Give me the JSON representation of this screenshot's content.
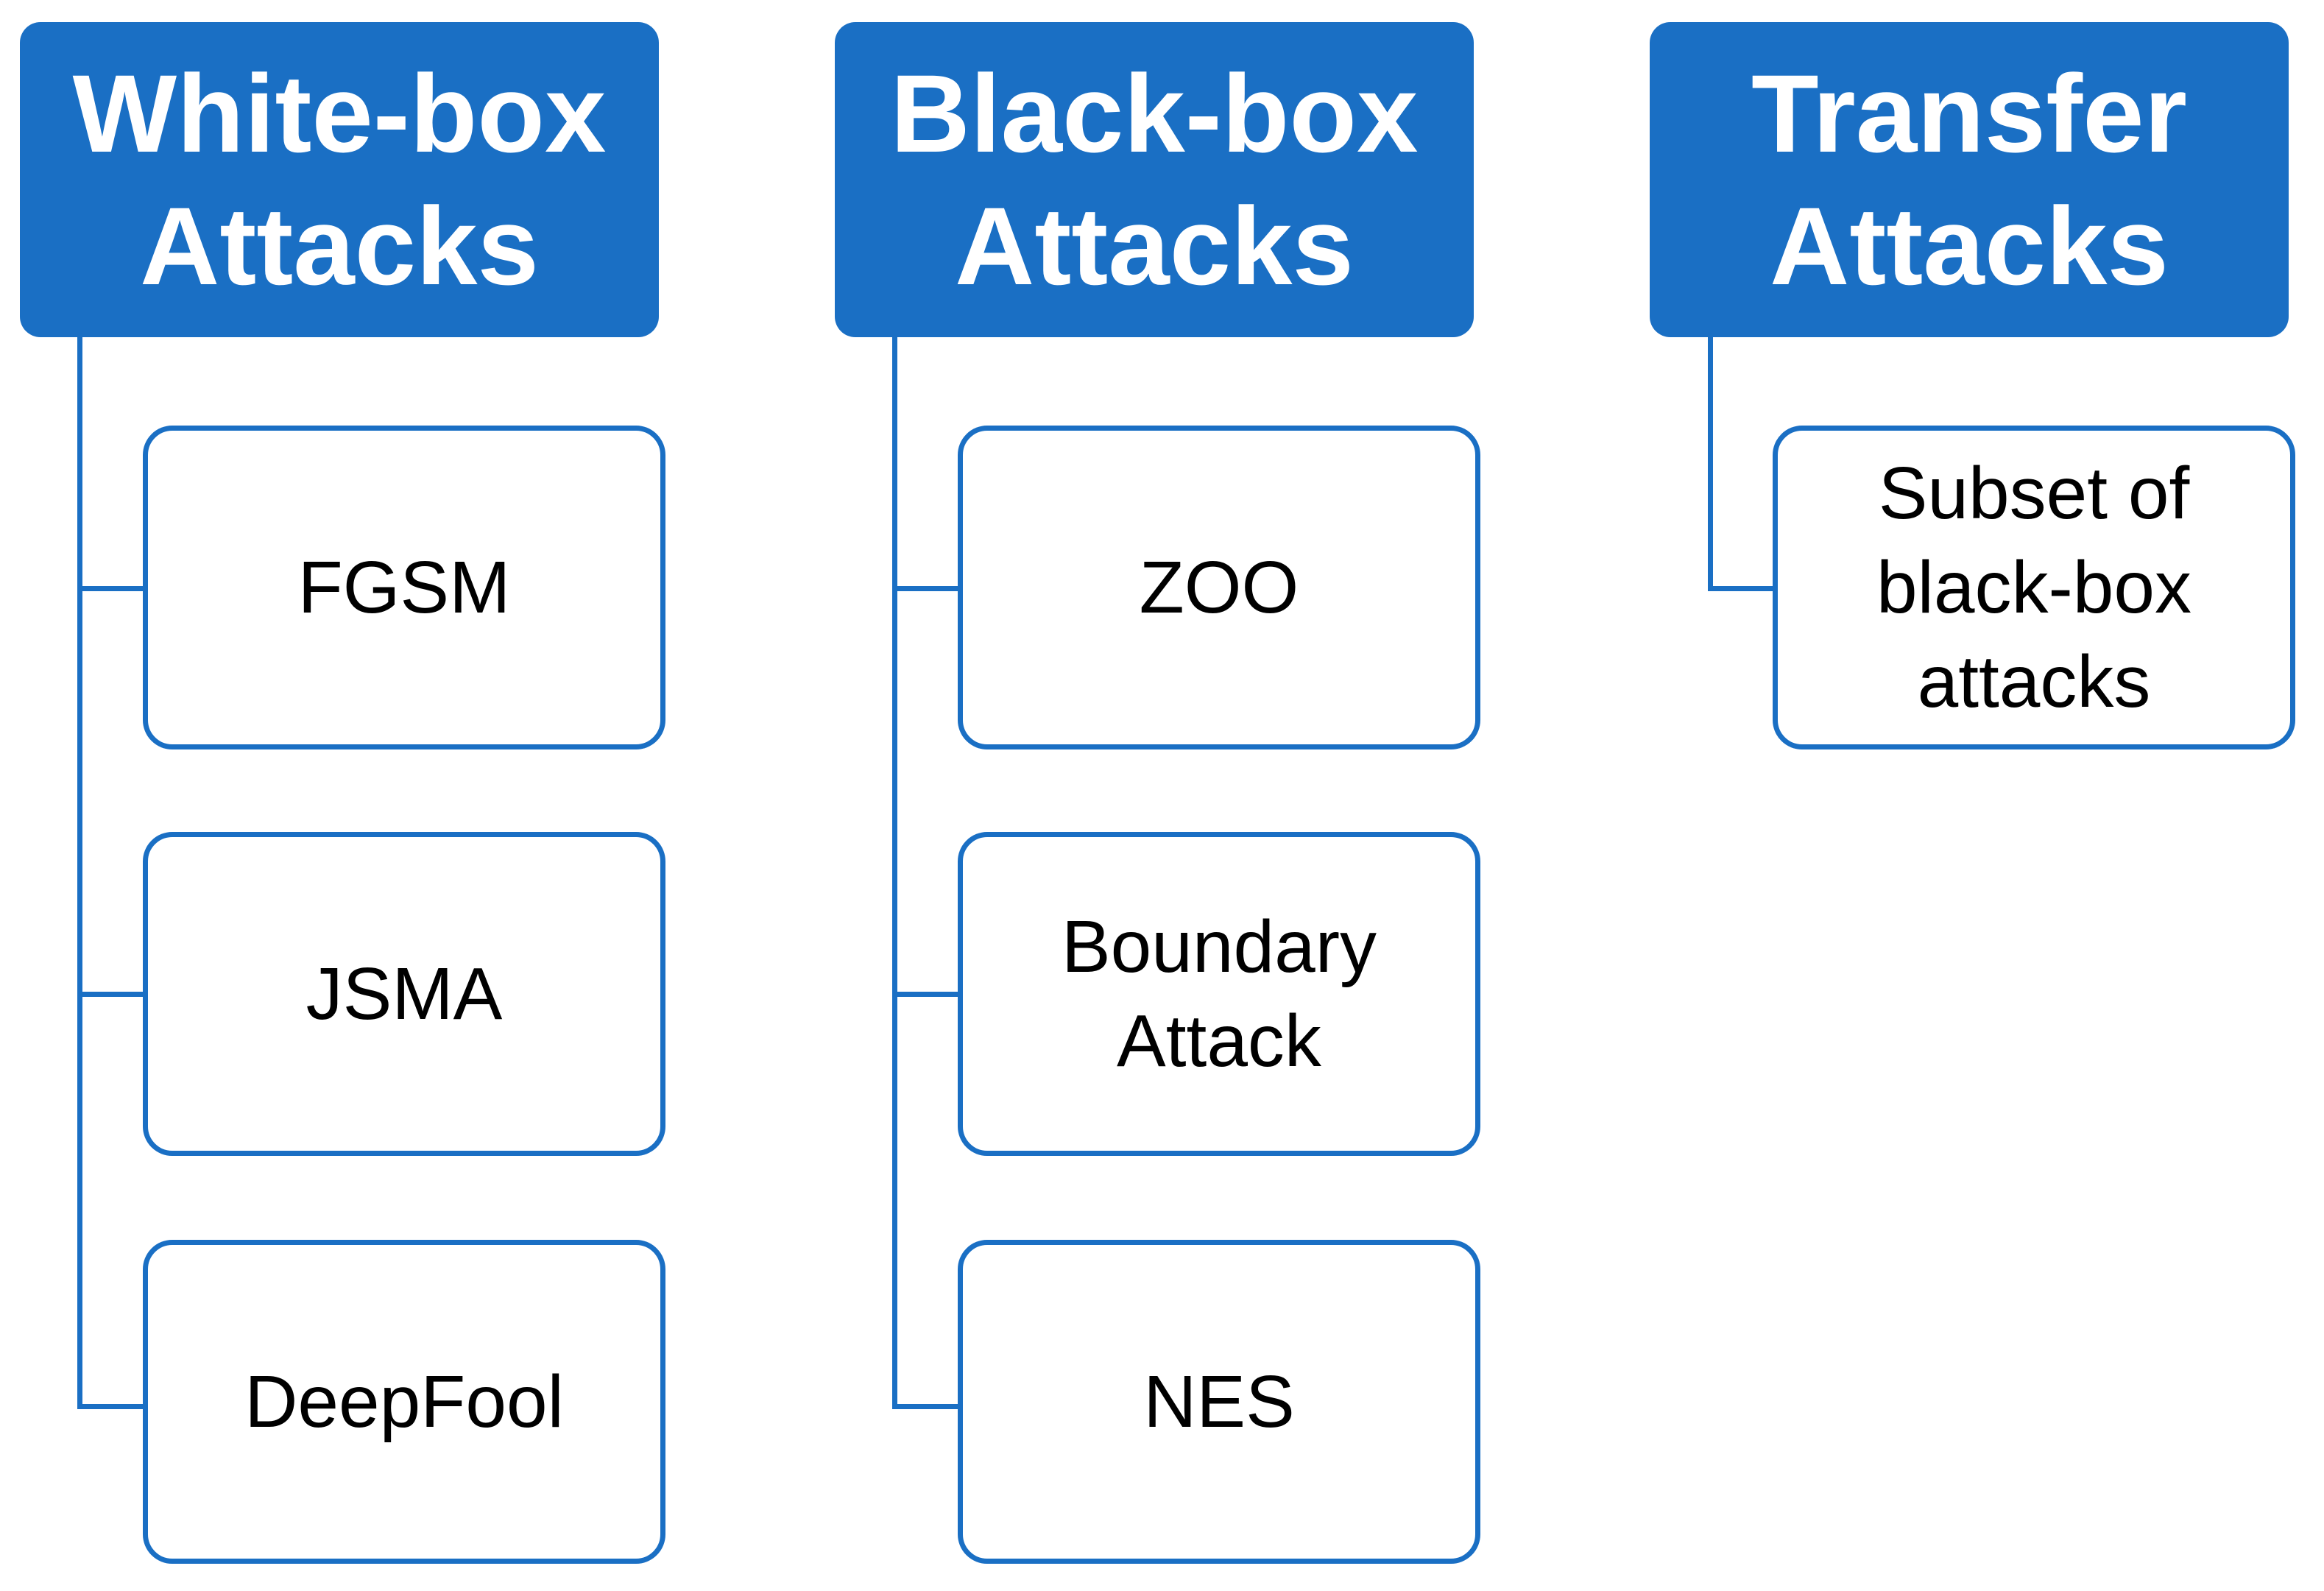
{
  "colors": {
    "accent": "#1a6fc4",
    "background": "#ffffff",
    "header_text": "#ffffff",
    "leaf_text": "#000000"
  },
  "columns": [
    {
      "header": "White-box\nAttacks",
      "items": [
        "FGSM",
        "JSMA",
        "DeepFool"
      ]
    },
    {
      "header": "Black-box\nAttacks",
      "items": [
        "ZOO",
        "Boundary\nAttack",
        "NES"
      ]
    },
    {
      "header": "Transfer\nAttacks",
      "items": [
        "Subset of\nblack-box\nattacks"
      ]
    }
  ]
}
